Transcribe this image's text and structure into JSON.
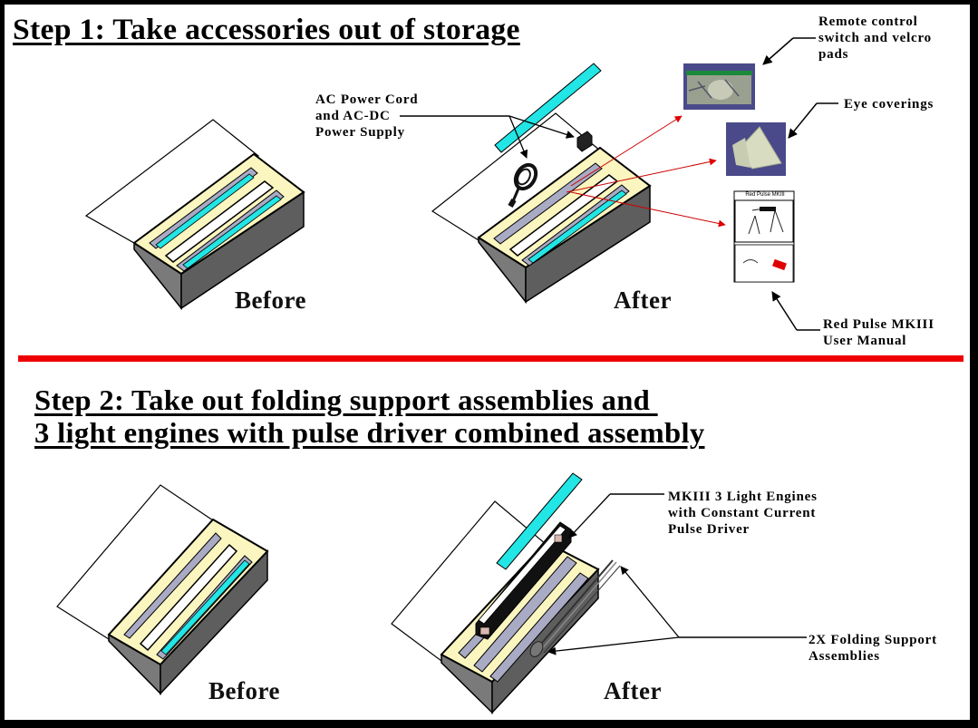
{
  "step1": {
    "title": "Step 1: Take accessories out of storage",
    "before_label": "Before",
    "after_label": "After",
    "callouts": {
      "power": [
        "AC Power Cord",
        "and AC-DC",
        "Power Supply"
      ],
      "remote": [
        "Remote control",
        "switch and velcro",
        "pads"
      ],
      "eye": [
        "Eye coverings"
      ],
      "manual": [
        "Red Pulse MKIII",
        "User Manual"
      ]
    },
    "manual_cover_title": "Red Pulse MKIII"
  },
  "step2": {
    "title_line1": "Step 2: Take out folding support assemblies and ",
    "title_line2": "3 light engines with pulse driver combined assembly",
    "before_label": "Before",
    "after_label": "After",
    "callouts": {
      "engines": [
        "MKIII 3 Light Engines",
        "with Constant Current",
        "Pulse Driver"
      ],
      "supports": [
        "2X Folding Support",
        "Assemblies"
      ]
    }
  },
  "colors": {
    "divider": "#ee0000",
    "cyan_tube": "#22e6e6",
    "tray_cream": "#fbf5c0",
    "box_gray": "#7a7a7a",
    "slot_gray": "#a9aac4",
    "photo_bg": "#4a4a8a"
  }
}
